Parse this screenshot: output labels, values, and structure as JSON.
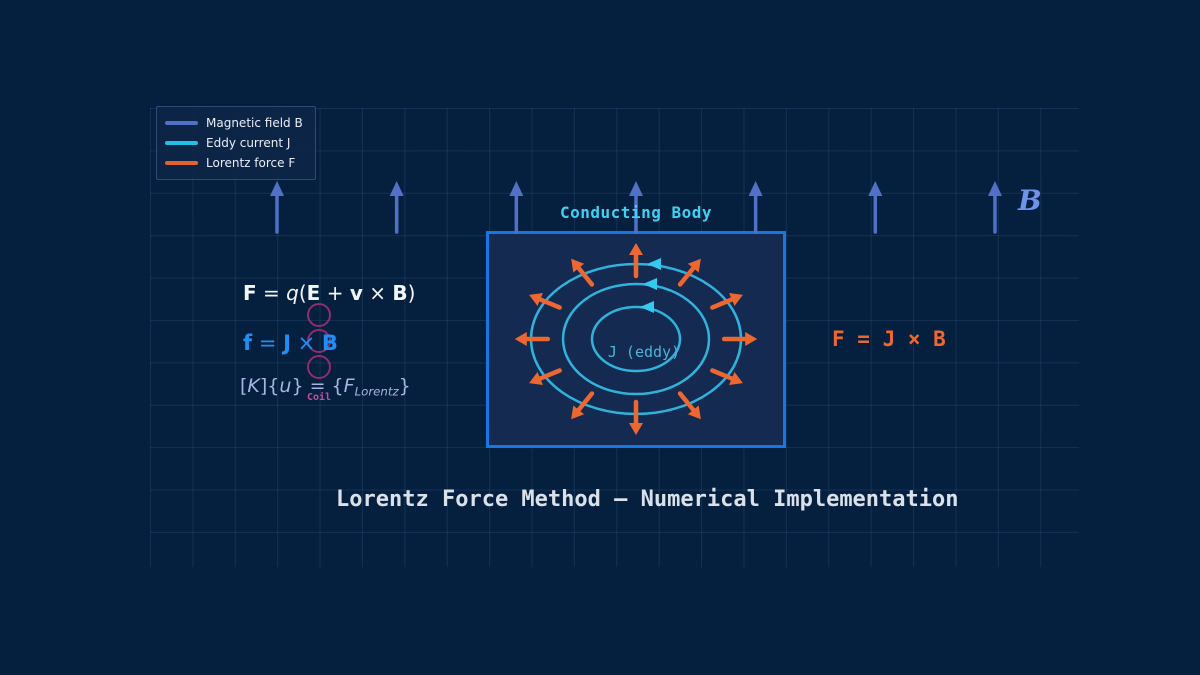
{
  "title": "Lorentz Force Method — Numerical Implementation",
  "colors": {
    "background": "#05203e",
    "field_arrow": "#5171c7",
    "field_label": "#6f93ea",
    "box_border": "#1677e2",
    "box_fill": "#152a50",
    "eddy_loop": "#2fb3dd",
    "eddy_arrowhead": "#35c9f0",
    "body_title": "#3ed2f2",
    "eddy_label": "#49b6d8",
    "force": "#ed6830",
    "formula_lorentz": "#f2f5fa",
    "formula_density": "#1f8ef5",
    "formula_fem": "#a9b4e2",
    "coil": "#8f2d6d",
    "coil_label": "#c44fa0",
    "main_title": "#dbe1ea",
    "legend_text": "#e9eef6"
  },
  "legend": {
    "items": [
      {
        "label": "Magnetic field B",
        "color": "#5171c7",
        "icon": "line-swatch"
      },
      {
        "label": "Eddy current J",
        "color": "#22c0e8",
        "icon": "line-swatch"
      },
      {
        "label": "Lorentz force F",
        "color": "#e4622b",
        "icon": "line-swatch"
      }
    ]
  },
  "field": {
    "label": "B",
    "arrow_count": 7
  },
  "body": {
    "title": "Conducting Body",
    "eddy_label": "J (eddy)",
    "loop_count": 3,
    "force_arrow_count": 12
  },
  "force_equation": "F = J × B",
  "coil": {
    "label": "Coil",
    "turns": 3
  },
  "formulas": {
    "lorentz_law": {
      "plain": "F = q(E + v × B)",
      "parts": [
        {
          "t": "F",
          "s": "b"
        },
        {
          "t": " = ",
          "s": "r"
        },
        {
          "t": "q",
          "s": "i"
        },
        {
          "t": "(",
          "s": "r"
        },
        {
          "t": "E",
          "s": "b"
        },
        {
          "t": " + ",
          "s": "r"
        },
        {
          "t": "v",
          "s": "b"
        },
        {
          "t": " × ",
          "s": "r"
        },
        {
          "t": "B",
          "s": "b"
        },
        {
          "t": ")",
          "s": "r"
        }
      ]
    },
    "force_density": {
      "plain": "f = J × B",
      "parts": [
        {
          "t": "f",
          "s": "b"
        },
        {
          "t": " = ",
          "s": "r"
        },
        {
          "t": "J",
          "s": "b"
        },
        {
          "t": " × ",
          "s": "r"
        },
        {
          "t": "B",
          "s": "b"
        }
      ]
    },
    "fem_system": {
      "plain": "[K]{u} = {F_Lorentz}",
      "parts": [
        {
          "t": "[",
          "s": "r"
        },
        {
          "t": "K",
          "s": "i"
        },
        {
          "t": "]{",
          "s": "r"
        },
        {
          "t": "u",
          "s": "i"
        },
        {
          "t": "} = {",
          "s": "r"
        },
        {
          "t": "F",
          "s": "i"
        },
        {
          "t": "Lorentz",
          "s": "sub"
        },
        {
          "t": "}",
          "s": "r"
        }
      ]
    }
  }
}
